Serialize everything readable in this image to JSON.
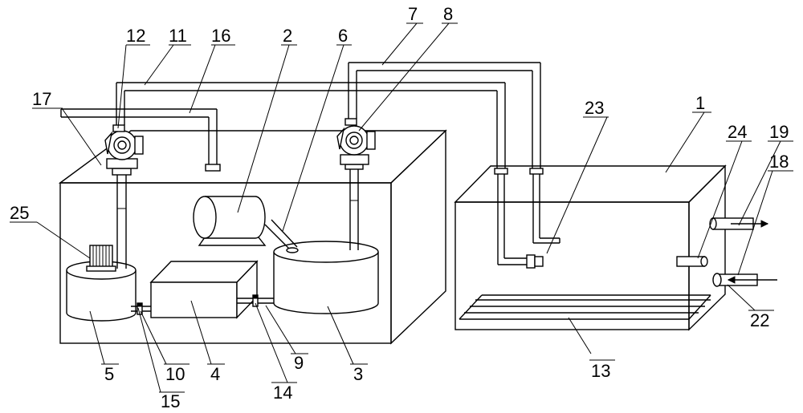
{
  "labels": {
    "l1": "1",
    "l2": "2",
    "l3": "3",
    "l4": "4",
    "l5": "5",
    "l6": "6",
    "l7": "7",
    "l8": "8",
    "l9": "9",
    "l10": "10",
    "l11": "11",
    "l12": "12",
    "l13": "13",
    "l14": "14",
    "l15": "15",
    "l16": "16",
    "l17": "17",
    "l18": "18",
    "l19": "19",
    "l22": "22",
    "l23": "23",
    "l24": "24",
    "l25": "25"
  }
}
